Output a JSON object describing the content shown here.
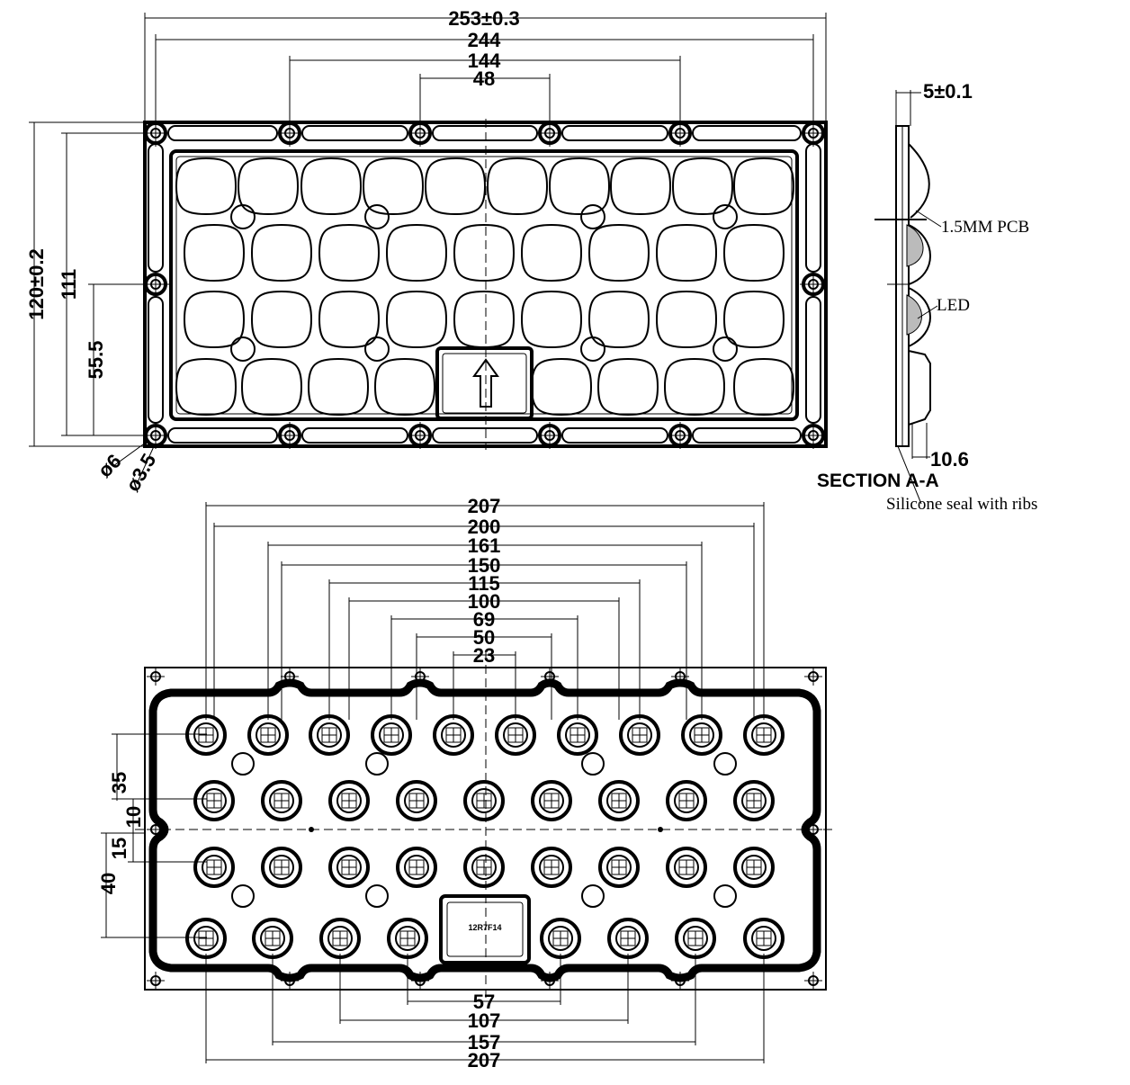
{
  "top_view": {
    "dims_horizontal": [
      "253±0.3",
      "244",
      "144",
      "48"
    ],
    "dims_vertical": [
      "120±0.2",
      "111",
      "55.5"
    ],
    "hole_labels": [
      "ø6",
      "ø3.5"
    ]
  },
  "section": {
    "thickness": "5±0.1",
    "pcb_label": "1.5MM PCB",
    "led_label": "LED",
    "height": "10.6",
    "title": "SECTION A-A",
    "seal_note": "Silicone seal with ribs"
  },
  "bottom_view": {
    "dims_top": [
      "207",
      "200",
      "161",
      "150",
      "115",
      "100",
      "69",
      "50",
      "23"
    ],
    "dims_bottom": [
      "57",
      "107",
      "157",
      "207"
    ],
    "dims_left": [
      "35",
      "10",
      "15",
      "40"
    ],
    "part_number": "12R7F14"
  }
}
